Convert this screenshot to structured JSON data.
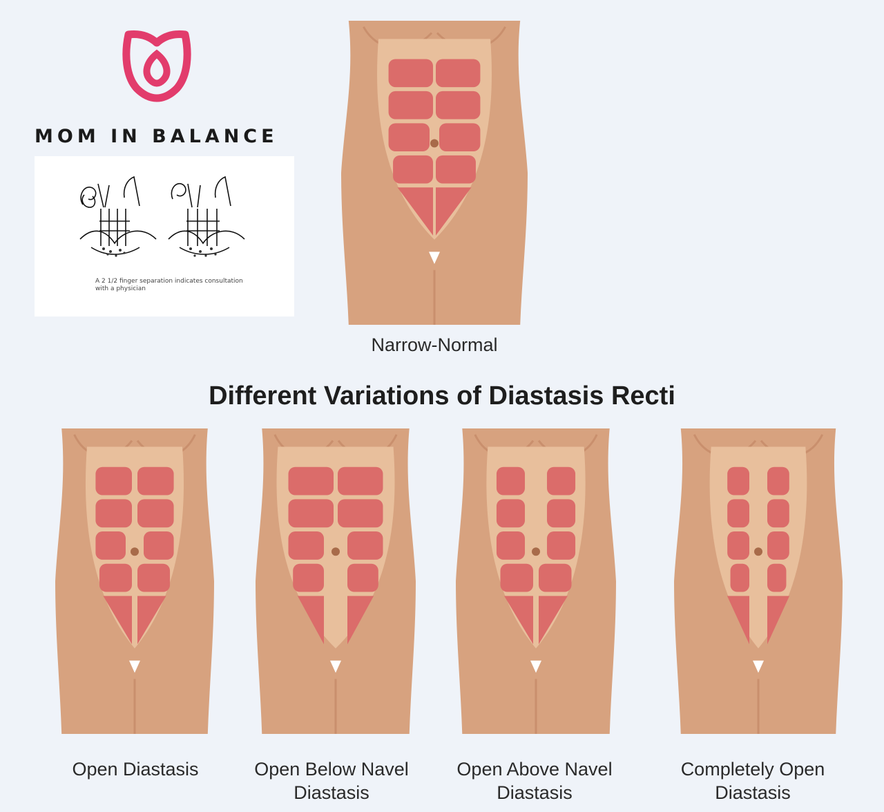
{
  "brand": {
    "name": "MOM IN BALANCE",
    "logo_icon": "tulip-logo-icon",
    "brand_color": "#e23c6c"
  },
  "sketch": {
    "caption": "A 2 1/2 finger separation indicates consultation with a physician"
  },
  "main_title": "Different Variations of Diastasis Recti",
  "top_figure": {
    "label": "Narrow-Normal",
    "variant": "normal"
  },
  "figures": [
    {
      "label": "Open Diastasis",
      "variant": "open"
    },
    {
      "label": "Open Below Navel\nDiastasis",
      "variant": "below"
    },
    {
      "label": "Open Above Navel\nDiastasis",
      "variant": "above"
    },
    {
      "label": "Completely Open\nDiastasis",
      "variant": "complete"
    }
  ],
  "colors": {
    "background": "#eff3f9",
    "skin": "#d7a27f",
    "skin_shadow": "#c98f6d",
    "linea_alba": "#e8bf9c",
    "muscle": "#db6c6a",
    "navel": "#a86b4a"
  }
}
